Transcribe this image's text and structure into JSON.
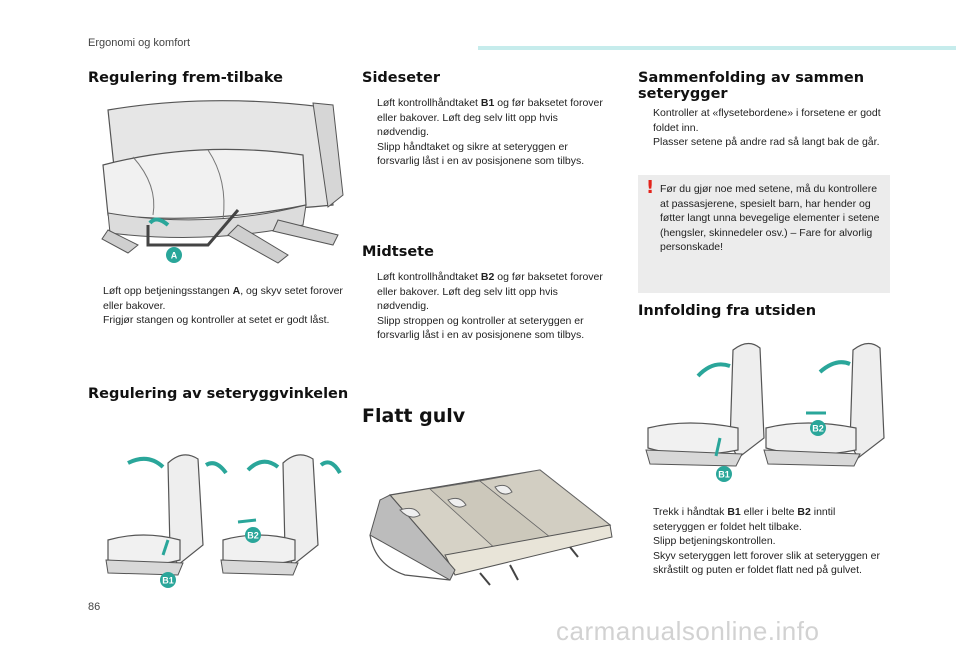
{
  "header": {
    "title": "Ergonomi og komfort"
  },
  "page_number": "86",
  "watermark": "carmanualsonline.info",
  "sections": {
    "frem": {
      "title": "Regulering frem-tilbake",
      "bullets": [
        [
          "Løft opp betjeningsstangen ",
          "A",
          ", og skyv setet forover eller bakover."
        ],
        [
          "Frigjør stangen og kontroller at setet er godt låst."
        ]
      ],
      "label_a": "A"
    },
    "vinkel": {
      "title": "Regulering av seteryggvinkelen",
      "label_b1": "B1",
      "label_b2": "B2"
    },
    "side": {
      "title": "Sideseter",
      "bullets": [
        [
          "Løft kontrollhåndtaket ",
          "B1",
          " og før baksetet forover eller bakover. Løft deg selv litt opp hvis nødvendig."
        ],
        [
          "Slipp håndtaket og sikre at seteryggen er forsvarlig låst i en av posisjonene som tilbys."
        ]
      ]
    },
    "midt": {
      "title": "Midtsete",
      "bullets": [
        [
          "Løft kontrollhåndtaket ",
          "B2",
          " og før baksetet forover eller bakover. Løft deg selv litt opp hvis nødvendig."
        ],
        [
          "Slipp stroppen og kontroller at seteryggen er forsvarlig låst i en av posisjonene som tilbys."
        ]
      ]
    },
    "flatt": {
      "title": "Flatt gulv"
    },
    "samm": {
      "title": "Sammenfolding av sammen seterygger",
      "bullets": [
        [
          "Kontroller at «flysetebordene» i forsetene er godt foldet inn."
        ],
        [
          "Plasser setene på andre rad så langt bak de går."
        ]
      ],
      "warning": "Før du gjør noe med setene, må du kontrollere at passasjerene, spesielt barn, har hender og føtter langt unna bevegelige elementer i setene (hengsler, skinnedeler osv.) – Fare for alvorlig personskade!",
      "warning_mark": "!"
    },
    "innf": {
      "title": "Innfolding fra utsiden",
      "bullets": [
        [
          "Trekk i håndtak ",
          "B1",
          " eller i belte ",
          "B2",
          " inntil seteryggen er foldet helt tilbake."
        ],
        [
          "Slipp betjeningskontrollen."
        ],
        [
          "Skyv seteryggen lett forover slik at seteryggen er skråstilt og puten er foldet flatt ned på gulvet."
        ]
      ],
      "label_b1": "B1",
      "label_b2": "B2"
    }
  },
  "bullet_marker": "",
  "colors": {
    "accent": "#2aa69a",
    "warning": "#e3231b",
    "header_bar": "#c6ecec"
  }
}
